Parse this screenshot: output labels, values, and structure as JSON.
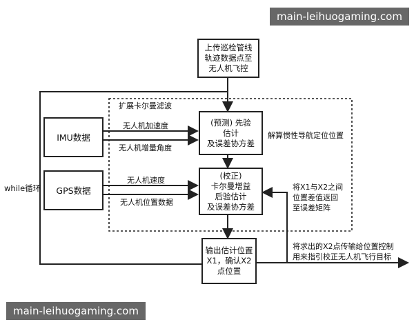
{
  "watermarks": [
    "main-leihuogaming.com",
    "main-leihuogaming.com"
  ],
  "diagram": {
    "nodes": {
      "upload": "上传巡检管线\n轨迹数据点至\n无人机飞控",
      "imu": "IMU数据",
      "gps": "GPS数据",
      "predict": "(预测) 先验\n估计\n及误差协方差",
      "correct": "(校正)\n卡尔曼增益\n后验估计\n及误差协方差",
      "output": "输出估计位置\nX1，确认X2\n点位置"
    },
    "labels": {
      "ekf_region": "扩展卡尔曼滤波",
      "imu_accel": "无人机加速度",
      "imu_angle": "无人机增量角度",
      "gps_speed": "无人机速度",
      "gps_position": "无人机位置数据",
      "inertial_nav": "解算惯性导航定位位置",
      "feedback": "将X1与X2之间\n位置差值返回\n至误差矩阵",
      "output_note": "将求出的X2点传输给位置控制\n用来指引校正无人机飞行目标",
      "loop": "while循环"
    }
  }
}
